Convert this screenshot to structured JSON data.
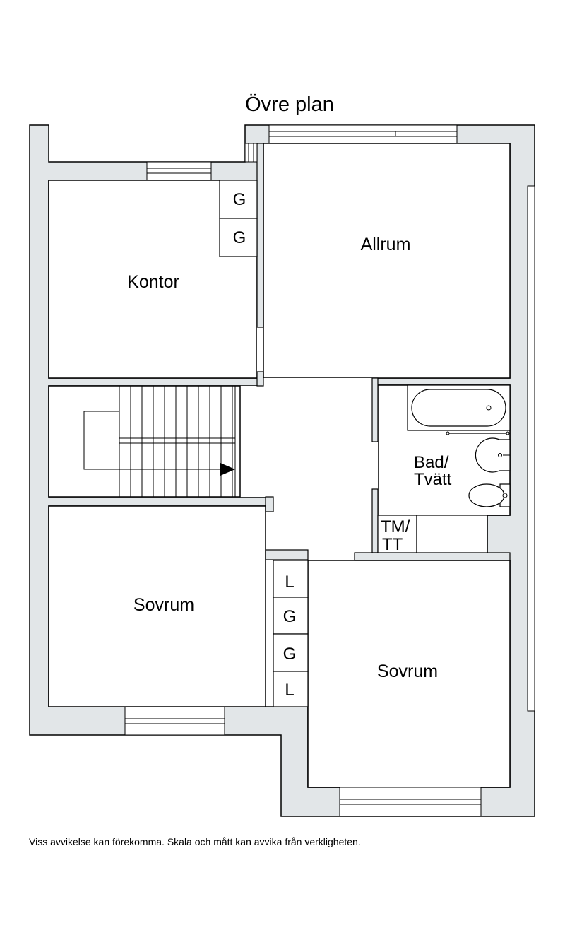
{
  "floor_title": "Övre plan",
  "rooms": {
    "kontor": "Kontor",
    "allrum": "Allrum",
    "bad_line1": "Bad/",
    "bad_line2": "Tvätt",
    "sovrum_left": "Sovrum",
    "sovrum_right": "Sovrum"
  },
  "fixtures": {
    "wardrobe_g1": "G",
    "wardrobe_g2": "G",
    "closet_l1": "L",
    "closet_g3": "G",
    "closet_g4": "G",
    "closet_l2": "L",
    "tm_line1": "TM/",
    "tm_line2": "TT"
  },
  "disclaimer": "Viss avvikelse kan förekomma. Skala och mått kan avvika från verkligheten.",
  "colors": {
    "wall_fill": "#e2e6e8",
    "line": "#000000"
  }
}
